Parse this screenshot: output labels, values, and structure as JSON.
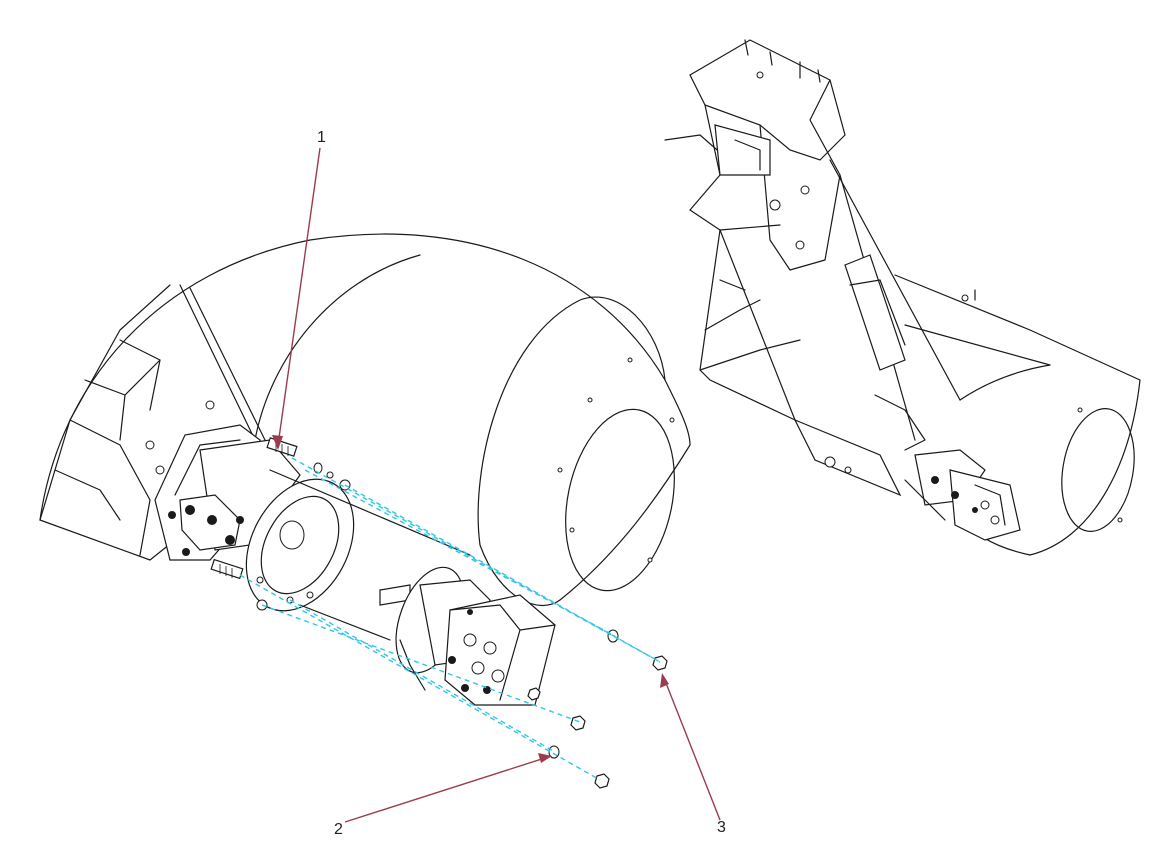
{
  "callouts": [
    {
      "id": "1",
      "text": "1"
    },
    {
      "id": "2",
      "text": "2"
    },
    {
      "id": "3",
      "text": "3"
    }
  ],
  "colors": {
    "leader": "#9b3b4e",
    "dashed_guide": "#2fc7e6",
    "linework": "#1a1a1a"
  }
}
